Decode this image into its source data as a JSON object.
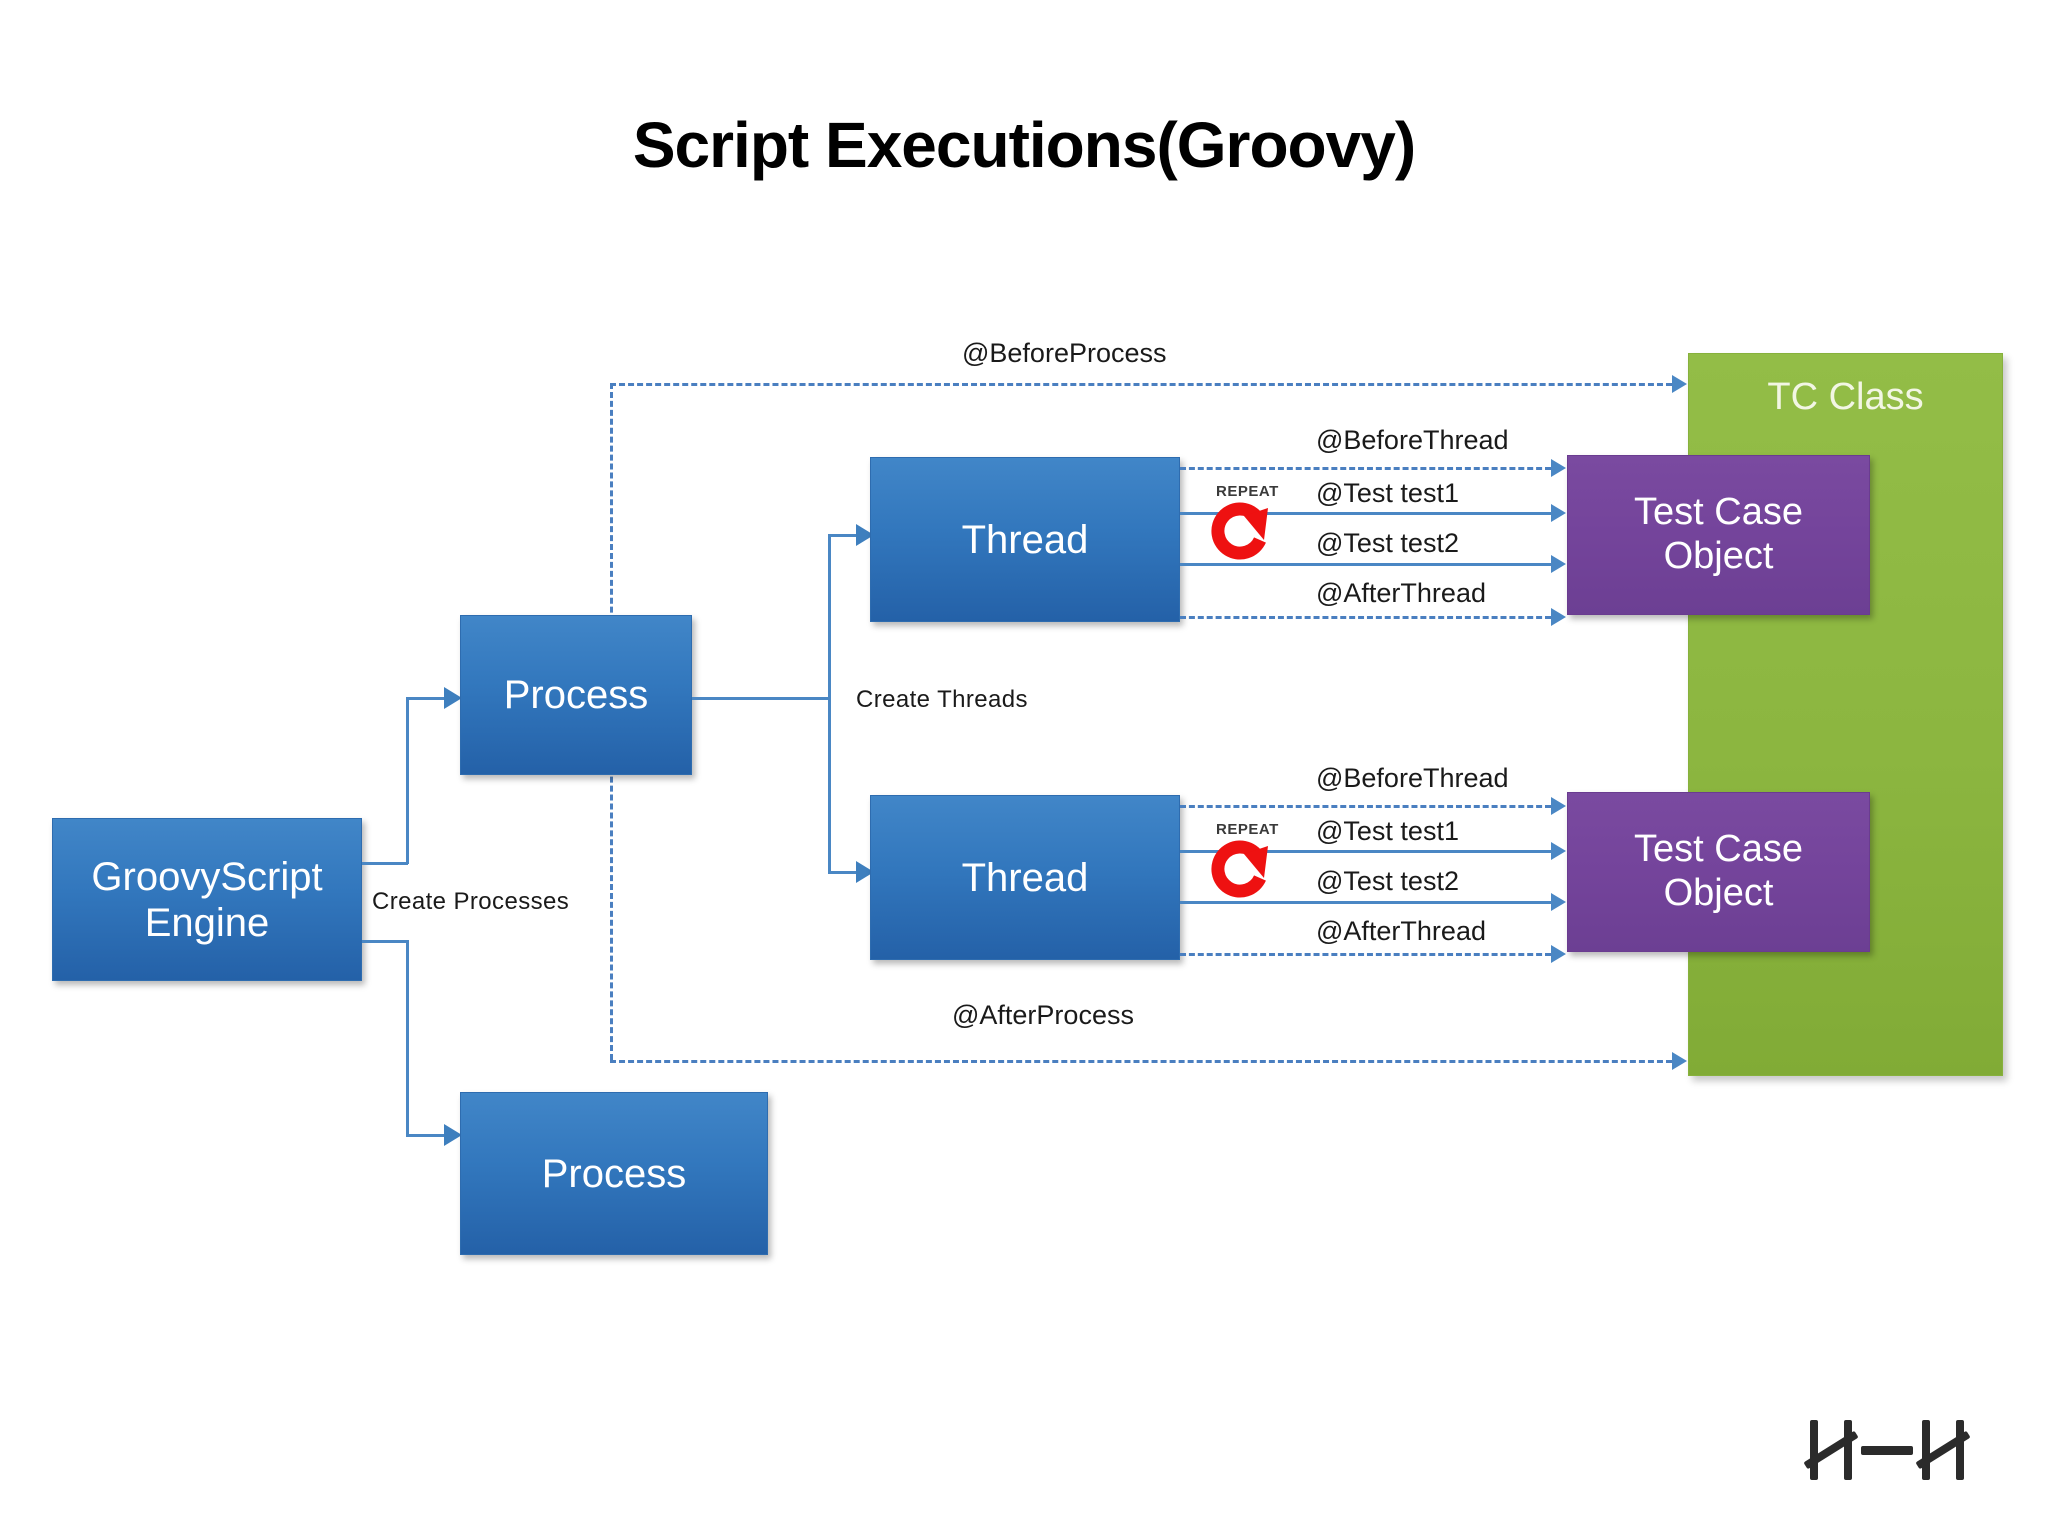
{
  "slide": {
    "title": "Script Executions(Groovy)",
    "background": "#ffffff"
  },
  "colors": {
    "blue_box": "#3277BD",
    "purple_box": "#74449B",
    "green_box": "#8CB640",
    "connector_blue": "#4A87C4",
    "repeat_red": "#EE1111",
    "title_text": "#000000"
  },
  "nodes": {
    "engine": {
      "label": "GroovyScript\nEngine",
      "line1": "GroovyScript",
      "line2": "Engine"
    },
    "process_top": {
      "label": "Process"
    },
    "process_bottom": {
      "label": "Process"
    },
    "thread_top": {
      "label": "Thread"
    },
    "thread_bottom": {
      "label": "Thread"
    },
    "tc_class": {
      "label": "TC Class"
    },
    "tc_object_top": {
      "line1": "Test Case",
      "line2": "Object"
    },
    "tc_object_bottom": {
      "line1": "Test Case",
      "line2": "Object"
    }
  },
  "edge_labels": {
    "create_processes": "Create Processes",
    "create_threads": "Create Threads",
    "before_process": "@BeforeProcess",
    "after_process": "@AfterProcess",
    "repeat": "REPEAT"
  },
  "thread_flows": [
    {
      "id": "thread-1",
      "annotations": [
        {
          "name": "before-thread",
          "text": "@BeforeThread",
          "style": "dashed"
        },
        {
          "name": "test-1",
          "text": "@Test test1",
          "style": "solid"
        },
        {
          "name": "test-2",
          "text": "@Test test2",
          "style": "solid"
        },
        {
          "name": "after-thread",
          "text": "@AfterThread",
          "style": "dashed"
        }
      ],
      "repeat_label": "REPEAT"
    },
    {
      "id": "thread-2",
      "annotations": [
        {
          "name": "before-thread",
          "text": "@BeforeThread",
          "style": "dashed"
        },
        {
          "name": "test-1",
          "text": "@Test test1",
          "style": "solid"
        },
        {
          "name": "test-2",
          "text": "@Test test2",
          "style": "solid"
        },
        {
          "name": "after-thread",
          "text": "@AfterThread",
          "style": "dashed"
        }
      ],
      "repeat_label": "REPEAT"
    }
  ],
  "logo": {
    "name": "NHN"
  }
}
